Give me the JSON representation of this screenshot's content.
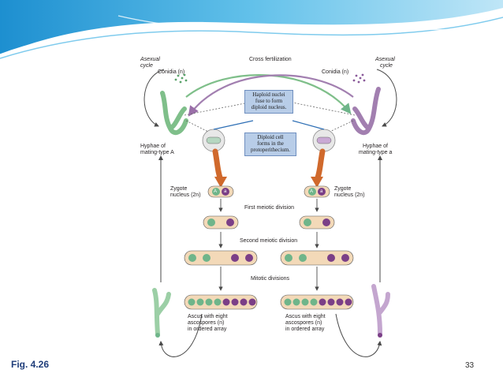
{
  "slide": {
    "fig_label": "Fig. 4.26",
    "page_number": "33"
  },
  "diagram": {
    "cross_fertilization": "Cross fertilization",
    "asexual_left_1": "Asexual",
    "asexual_left_2": "cycle",
    "asexual_right_1": "Asexual",
    "asexual_right_2": "cycle",
    "conidia_left": "Conidia (n)",
    "conidia_right": "Conidia (n)",
    "box_haploid": [
      "Haploid nuclei",
      "fuse to form",
      "diploid nucleus."
    ],
    "box_diploid": [
      "Diploid cell",
      "forms in the",
      "protoperithecium."
    ],
    "hyphae_left_1": "Hyphae of",
    "hyphae_left_2": "mating-type A",
    "hyphae_right_1": "Hyphae of",
    "hyphae_right_2": "mating-type a",
    "zygote_left_1": "Zygote",
    "zygote_left_2": "nucleus (2n)",
    "zygote_right_1": "Zygote",
    "zygote_right_2": "nucleus (2n)",
    "first_meiotic": "First meiotic division",
    "second_meiotic": "Second meiotic division",
    "mitotic": "Mitotic divisions",
    "ascus_left": [
      "Ascus with eight",
      "ascospores (n)",
      "in ordered array"
    ],
    "ascus_right": [
      "Ascus with eight",
      "ascospores (n)",
      "in ordered array"
    ],
    "allele_A": "A",
    "allele_a": "a"
  },
  "colors": {
    "banner_blue": "#3fa9de",
    "banner_light": "#9fd6f0",
    "green_hypha": "#7fbf8a",
    "purple_hypha": "#9a6fa8",
    "orange_arrow": "#d0692c",
    "box_fill": "#b8cde8",
    "green_nucleus": "#6fb58a",
    "purple_nucleus": "#7b3f87"
  }
}
